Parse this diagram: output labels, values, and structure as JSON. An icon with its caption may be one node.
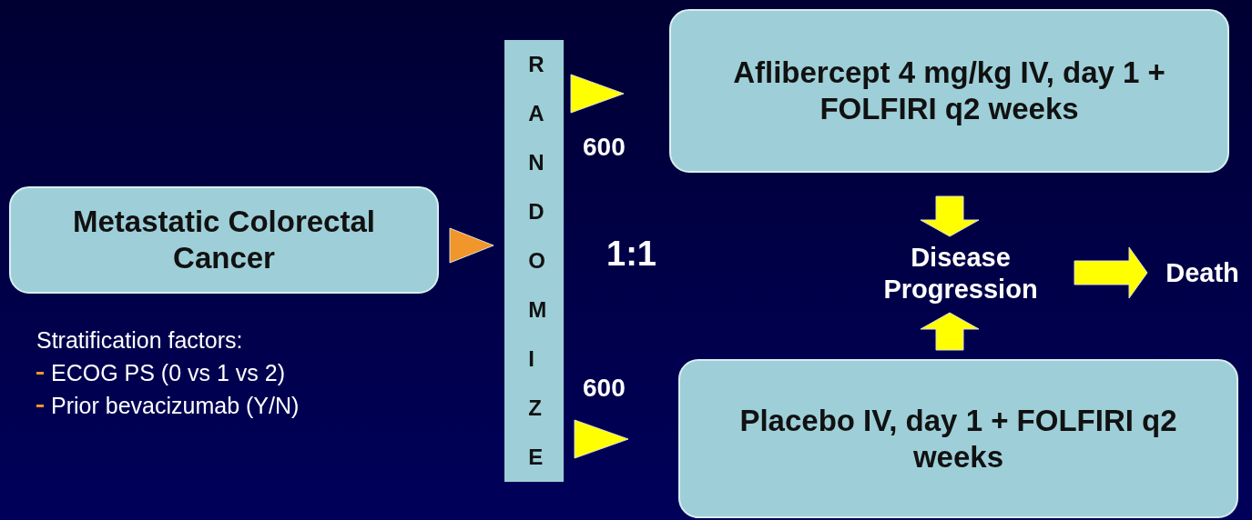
{
  "diagram": {
    "nodes": [
      {
        "text": [
          "Metastatic Colorectal Cancer"
        ]
      },
      {
        "text": [
          "RANDOMIZE"
        ]
      },
      {
        "text": [
          "Aflibercept 4 mg/kg IV, day 1 + FOLFIRI q2 weeks"
        ]
      },
      {
        "text": [
          "Placebo IV, day 1 + FOLFIRI q2 weeks"
        ]
      },
      {
        "text": [
          "Disease Progression"
        ]
      },
      {
        "text": [
          "Death"
        ]
      }
    ],
    "edges": [
      {
        "from": 0,
        "to": 1,
        "arrow": "to",
        "color": "#f0962a"
      },
      {
        "from": 1,
        "to": 2,
        "arrow": "to"
      },
      {
        "from": 1,
        "to": 3,
        "arrow": "to"
      },
      {
        "from": 2,
        "to": 4,
        "arrow": "to"
      },
      {
        "from": 3,
        "to": 4,
        "arrow": "to"
      },
      {
        "from": 4,
        "to": 5,
        "arrow": "to"
      }
    ],
    "labels": [
      "600",
      "1:1",
      "600",
      "Stratification factors:",
      "ECOG PS (0 vs 1 vs 2)",
      "Prior bevacizumab (Y/N)"
    ]
  }
}
